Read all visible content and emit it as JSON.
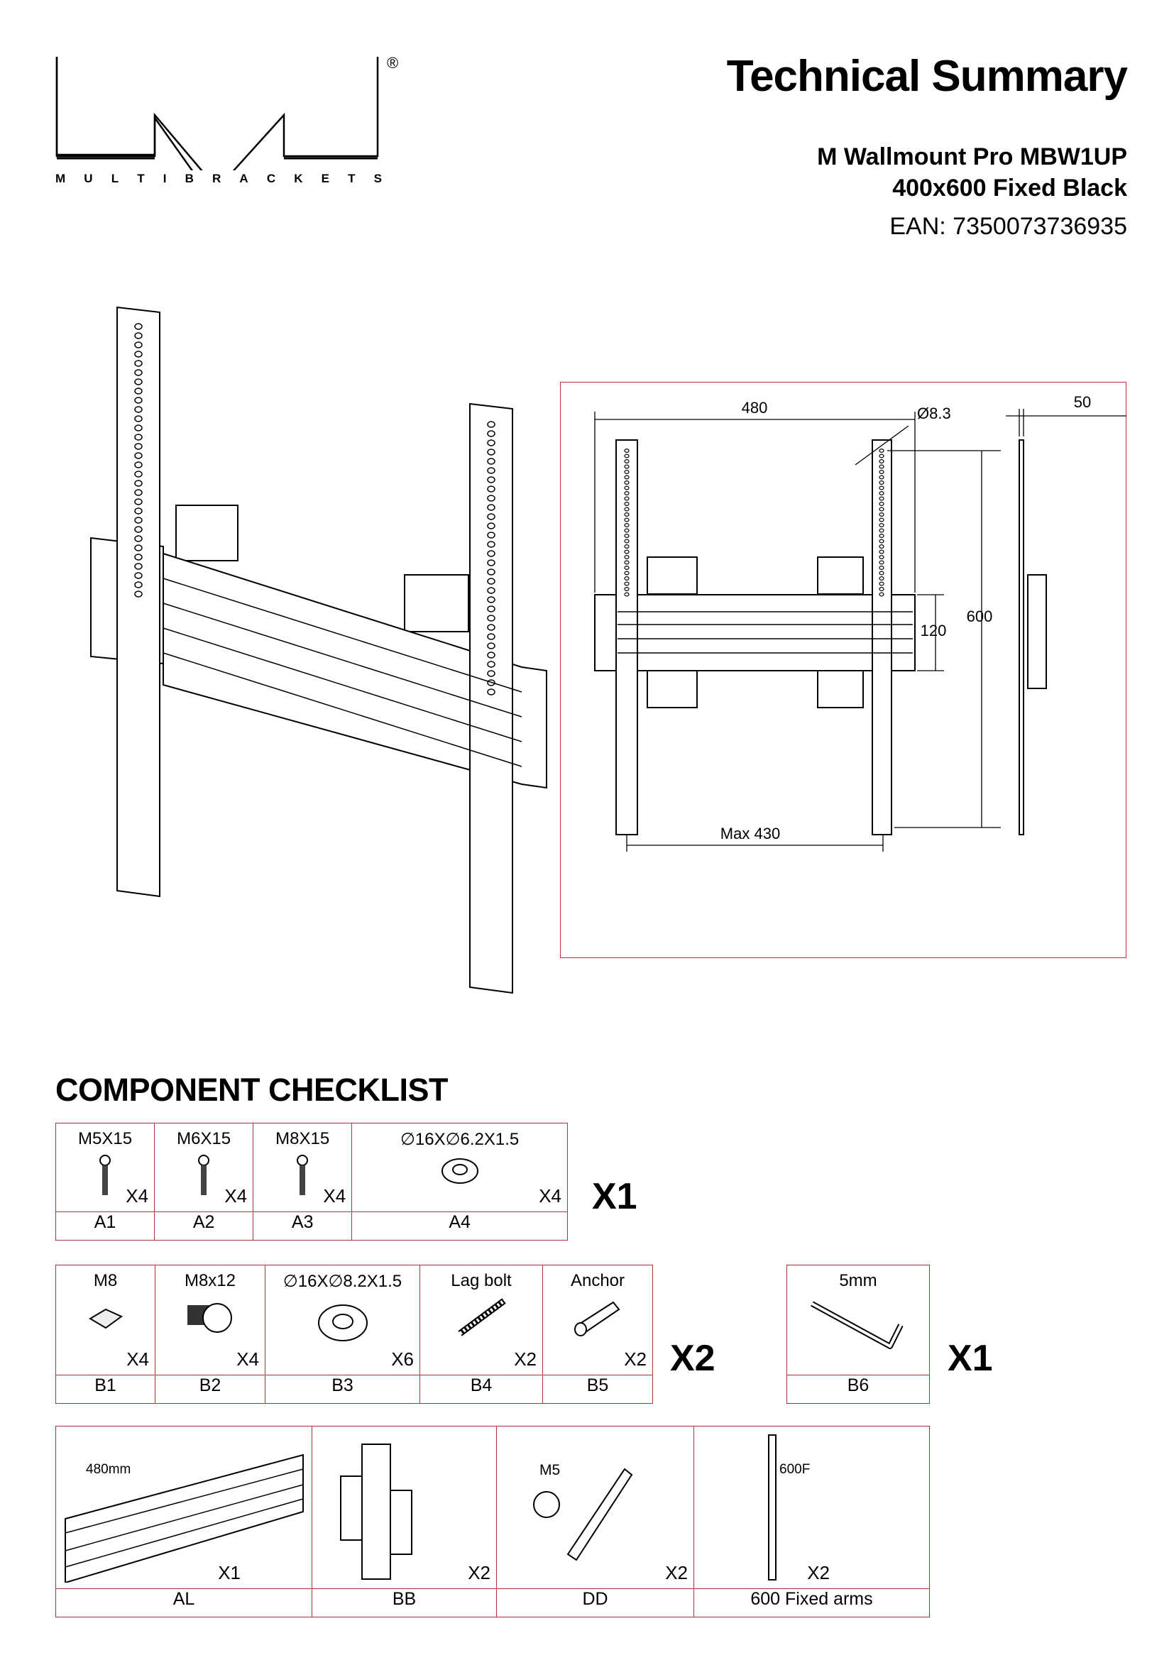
{
  "brand": {
    "name": "MULTIBRACKETS",
    "letters": [
      "M",
      "U",
      "L",
      "T",
      "I",
      "B",
      "R",
      "A",
      "C",
      "K",
      "E",
      "T",
      "S"
    ],
    "registered": "®"
  },
  "header": {
    "title": "Technical Summary",
    "product_line1": "M Wallmount Pro MBW1UP",
    "product_line2": "400x600 Fixed Black",
    "ean": "EAN:  7350073736935"
  },
  "dimensions": {
    "width": "480",
    "hole_diameter": "Ø8.3",
    "depth": "50",
    "height": "600",
    "rail_height": "120",
    "max_spacing": "Max 430"
  },
  "checklist": {
    "title": "COMPONENT CHECKLIST",
    "group_a": {
      "multiplier": "X1",
      "items": [
        {
          "label": "M5X15",
          "qty": "X4",
          "code": "A1",
          "icon": "screw-icon"
        },
        {
          "label": "M6X15",
          "qty": "X4",
          "code": "A2",
          "icon": "screw-icon"
        },
        {
          "label": "M8X15",
          "qty": "X4",
          "code": "A3",
          "icon": "screw-icon"
        },
        {
          "label": "∅16X∅6.2X1.5",
          "qty": "X4",
          "code": "A4",
          "icon": "washer-icon"
        }
      ]
    },
    "group_b": {
      "multiplier": "X2",
      "items": [
        {
          "label": "M8",
          "qty": "X4",
          "code": "B1",
          "icon": "t-nut-icon"
        },
        {
          "label": "M8x12",
          "qty": "X4",
          "code": "B2",
          "icon": "bolt-icon"
        },
        {
          "label": "∅16X∅8.2X1.5",
          "qty": "X6",
          "code": "B3",
          "icon": "washer-icon"
        },
        {
          "label": "Lag bolt",
          "qty": "X2",
          "code": "B4",
          "icon": "lag-bolt-icon"
        },
        {
          "label": "Anchor",
          "qty": "X2",
          "code": "B5",
          "icon": "anchor-icon"
        }
      ]
    },
    "group_b6": {
      "multiplier": "X1",
      "label": "5mm",
      "code": "B6",
      "icon": "hex-key-icon"
    },
    "group_c": {
      "items": [
        {
          "label": "480mm",
          "qty": "X1",
          "code": "AL",
          "icon": "rail-icon"
        },
        {
          "label": "",
          "qty": "X2",
          "code": "BB",
          "icon": "wall-plate-icon"
        },
        {
          "label": "M5",
          "qty": "X2",
          "code": "DD",
          "icon": "lock-bracket-icon"
        },
        {
          "label": "600F",
          "qty": "X2",
          "code": "600 Fixed arms",
          "icon": "arm-icon"
        }
      ]
    }
  }
}
